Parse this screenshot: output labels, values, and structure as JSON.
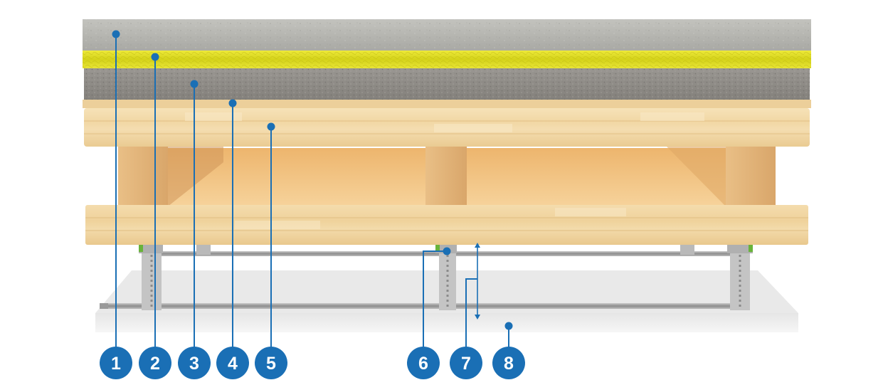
{
  "diagram": {
    "callouts": [
      {
        "number": "1"
      },
      {
        "number": "2"
      },
      {
        "number": "3"
      },
      {
        "number": "4"
      },
      {
        "number": "5"
      },
      {
        "number": "6"
      },
      {
        "number": "7"
      },
      {
        "number": "8"
      }
    ]
  },
  "colors": {
    "accent": "#1a6fb5",
    "concrete_top": "#b6b6b1",
    "insulation": "#e2e024",
    "screed": "#8e8b86",
    "wood_light": "#f3dcae",
    "wood_dark": "#e7b675",
    "ceiling_board": "#eeeeee",
    "metal": "#a8a8a8"
  }
}
